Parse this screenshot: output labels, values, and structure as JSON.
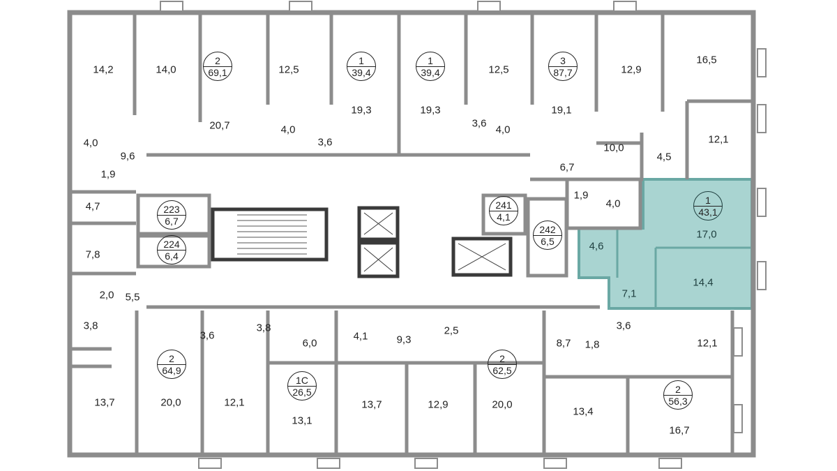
{
  "colors": {
    "wall": "#8c8c8c",
    "wall_dark": "#3a3a3a",
    "highlight": "#a9d4d1",
    "highlight_stroke": "#6aa8a4"
  },
  "apartments": [
    {
      "rooms": "2",
      "area": "69,1"
    },
    {
      "rooms": "1",
      "area": "39,4"
    },
    {
      "rooms": "1",
      "area": "39,4"
    },
    {
      "rooms": "3",
      "area": "87,7"
    },
    {
      "rooms": "1",
      "area": "43,1"
    },
    {
      "rooms": "2",
      "area": "64,9"
    },
    {
      "rooms": "1С",
      "area": "26,5"
    },
    {
      "rooms": "2",
      "area": "62,5"
    },
    {
      "rooms": "2",
      "area": "56,3"
    }
  ],
  "storage": [
    {
      "number": "223",
      "area": "6,7"
    },
    {
      "number": "224",
      "area": "6,4"
    },
    {
      "number": "241",
      "area": "4,1"
    },
    {
      "number": "242",
      "area": "6,5"
    }
  ],
  "rooms": [
    "14,2",
    "14,0",
    "20,7",
    "12,5",
    "19,3",
    "19,3",
    "12,5",
    "19,1",
    "12,9",
    "16,5",
    "12,1",
    "10,0",
    "4,5",
    "6,7",
    "4,0",
    "9,6",
    "1,9",
    "4,0",
    "3,6",
    "3,6",
    "4,0",
    "4,7",
    "1,9",
    "4,0",
    "17,0",
    "4,6",
    "14,4",
    "7,1",
    "7,8",
    "2,0",
    "5,5",
    "3,8",
    "3,6",
    "3,8",
    "6,0",
    "4,1",
    "9,3",
    "2,5",
    "8,7",
    "1,8",
    "3,6",
    "12,1",
    "20,0",
    "12,1",
    "13,1",
    "13,7",
    "13,7",
    "12,9",
    "20,0",
    "13,4",
    "16,7"
  ]
}
